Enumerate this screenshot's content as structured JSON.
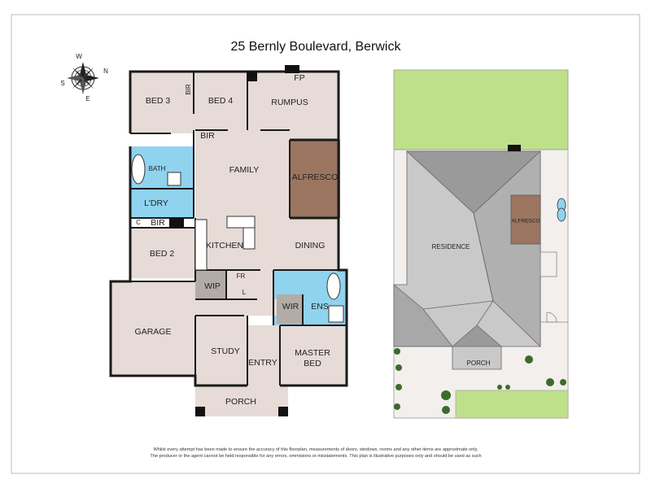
{
  "title": "25 Bernly Boulevard, Berwick",
  "compass": {
    "n": "N",
    "s": "S",
    "e": "E",
    "w": "W"
  },
  "rooms": {
    "bed3": "BED 3",
    "bed4": "BED 4",
    "bir_upper": "BIR",
    "bir_mid": "BIR",
    "bir_lower": "BIR",
    "fp": "FP",
    "rumpus": "RUMPUS",
    "family": "FAMILY",
    "alfresco": "ALFRESCO",
    "bath": "BATH",
    "ldry": "L'DRY",
    "c": "C",
    "bed2": "BED 2",
    "kitchen": "KITCHEN",
    "dining": "DINING",
    "wip": "WIP",
    "fr": "FR",
    "l": "L",
    "wir": "WIR",
    "ens": "ENS",
    "garage": "GARAGE",
    "study": "STUDY",
    "entry": "ENTRY",
    "master_bed": "MASTER\nBED",
    "porch": "PORCH"
  },
  "site": {
    "residence": "RESIDENCE",
    "alfresco": "ALFRESCO",
    "porch": "PORCH"
  },
  "disclaimer": [
    "Whilst every attempt has been made to ensure the accuracy of this floorplan, measurements of doors, windows, rooms and any other items are approximate only.",
    "The producer or the agent cannot be held responsible for any errors, ommisions or misstatements. This plan is illustrative purposes only and should be used as such"
  ],
  "colors": {
    "room": "#e6dbd6",
    "wet": "#8fd3ee",
    "alfresco": "#9b7560",
    "wip": "#b3aca6",
    "lawn": "#bfe08a",
    "roof_light": "#c9c9c9",
    "roof_dark": "#9a9a9a"
  }
}
